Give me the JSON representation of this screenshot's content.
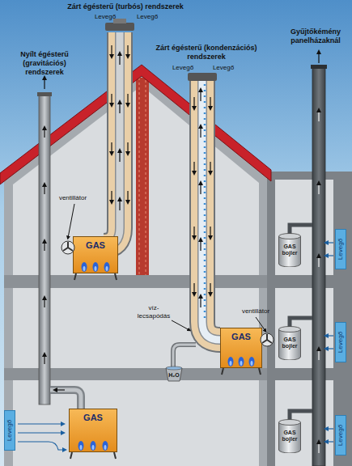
{
  "diagram": {
    "nodes": [
      {
        "text": [
          "GAS"
        ]
      },
      {
        "text": [
          "GAS bojler"
        ]
      },
      {
        "text": [
          "GAS"
        ]
      },
      {
        "text": [
          "H₂O"
        ]
      },
      {
        "text": [
          "GAS bojler"
        ]
      },
      {
        "text": [
          "GAS"
        ]
      },
      {
        "text": [
          "GAS bojler"
        ]
      }
    ],
    "labels": [
      "Zárt égésterű (turbós) rendszerek",
      "Levegő",
      "Levegő",
      "Nyílt égésterű (gravitációs) rendszerek",
      "Zárt égésterű (kondenzációs) rendszerek",
      "Levegő",
      "Levegő",
      "Gyűjtőkémény panelházaknál",
      "ventillátor",
      "víz- lecsapódás",
      "ventillátor",
      "Levegő",
      "Levegő",
      "Levegő",
      "Levegő"
    ]
  }
}
